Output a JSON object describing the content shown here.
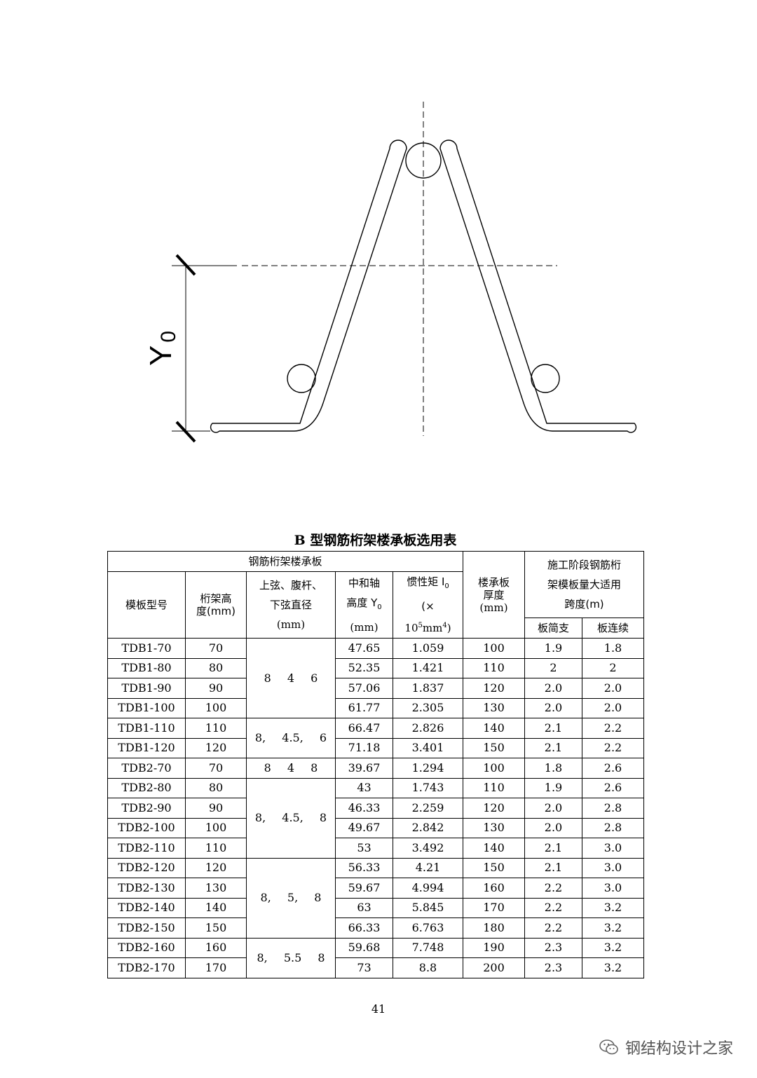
{
  "diagram": {
    "axis_label": "Y",
    "axis_label_sub": "0"
  },
  "table": {
    "title": "B 型钢筋桁架楼承板选用表",
    "header": {
      "group_truss": "钢筋桁架楼承板",
      "model": "模板型号",
      "height_l1": "桁架高",
      "height_l2": "度(mm)",
      "diam_l1": "上弦、腹杆、",
      "diam_l2": "下弦直径",
      "diam_l3": "(mm)",
      "neutral_l1": "中和轴",
      "neutral_l2": "高度 Y",
      "neutral_sub": "0",
      "neutral_l3": "(mm)",
      "inertia_l1": "惯性矩 I",
      "inertia_sub": "0",
      "inertia_l2": "(×",
      "inertia_l3a": "10",
      "inertia_sup1": "5",
      "inertia_l3b": "mm",
      "inertia_sup2": "4",
      "inertia_l3c": ")",
      "thick_l1": "楼承板",
      "thick_l2": "厚度",
      "thick_l3": "(mm)",
      "span_l1": "施工阶段钢筋桁",
      "span_l2": "架模板量大适用",
      "span_l3": "跨度(m)",
      "span_simple": "板简支",
      "span_cont": "板连续"
    },
    "diameter_groups": [
      "8 4 6",
      "8, 4.5, 6",
      "8 4 8",
      "8, 4.5, 8",
      "8, 5, 8",
      "8, 5.5 8"
    ],
    "rows": [
      {
        "model": "TDB1-70",
        "height": "70",
        "y0": "47.65",
        "i0": "1.059",
        "thick": "100",
        "simple": "1.9",
        "cont": "1.8"
      },
      {
        "model": "TDB1-80",
        "height": "80",
        "y0": "52.35",
        "i0": "1.421",
        "thick": "110",
        "simple": "2",
        "cont": "2"
      },
      {
        "model": "TDB1-90",
        "height": "90",
        "y0": "57.06",
        "i0": "1.837",
        "thick": "120",
        "simple": "2.0",
        "cont": "2.0"
      },
      {
        "model": "TDB1-100",
        "height": "100",
        "y0": "61.77",
        "i0": "2.305",
        "thick": "130",
        "simple": "2.0",
        "cont": "2.0"
      },
      {
        "model": "TDB1-110",
        "height": "110",
        "y0": "66.47",
        "i0": "2.826",
        "thick": "140",
        "simple": "2.1",
        "cont": "2.2"
      },
      {
        "model": "TDB1-120",
        "height": "120",
        "y0": "71.18",
        "i0": "3.401",
        "thick": "150",
        "simple": "2.1",
        "cont": "2.2"
      },
      {
        "model": "TDB2-70",
        "height": "70",
        "y0": "39.67",
        "i0": "1.294",
        "thick": "100",
        "simple": "1.8",
        "cont": "2.6"
      },
      {
        "model": "TDB2-80",
        "height": "80",
        "y0": "43",
        "i0": "1.743",
        "thick": "110",
        "simple": "1.9",
        "cont": "2.6"
      },
      {
        "model": "TDB2-90",
        "height": "90",
        "y0": "46.33",
        "i0": "2.259",
        "thick": "120",
        "simple": "2.0",
        "cont": "2.8"
      },
      {
        "model": "TDB2-100",
        "height": "100",
        "y0": "49.67",
        "i0": "2.842",
        "thick": "130",
        "simple": "2.0",
        "cont": "2.8"
      },
      {
        "model": "TDB2-110",
        "height": "110",
        "y0": "53",
        "i0": "3.492",
        "thick": "140",
        "simple": "2.1",
        "cont": "3.0"
      },
      {
        "model": "TDB2-120",
        "height": "120",
        "y0": "56.33",
        "i0": "4.21",
        "thick": "150",
        "simple": "2.1",
        "cont": "3.0"
      },
      {
        "model": "TDB2-130",
        "height": "130",
        "y0": "59.67",
        "i0": "4.994",
        "thick": "160",
        "simple": "2.2",
        "cont": "3.0"
      },
      {
        "model": "TDB2-140",
        "height": "140",
        "y0": "63",
        "i0": "5.845",
        "thick": "170",
        "simple": "2.2",
        "cont": "3.2"
      },
      {
        "model": "TDB2-150",
        "height": "150",
        "y0": "66.33",
        "i0": "6.763",
        "thick": "180",
        "simple": "2.2",
        "cont": "3.2"
      },
      {
        "model": "TDB2-160",
        "height": "160",
        "y0": "59.68",
        "i0": "7.748",
        "thick": "190",
        "simple": "2.3",
        "cont": "3.2"
      },
      {
        "model": "TDB2-170",
        "height": "170",
        "y0": "73",
        "i0": "8.8",
        "thick": "200",
        "simple": "2.3",
        "cont": "3.2"
      }
    ]
  },
  "page_number": "41",
  "watermark": {
    "text": "钢结构设计之家",
    "icon": "wechat-icon"
  }
}
